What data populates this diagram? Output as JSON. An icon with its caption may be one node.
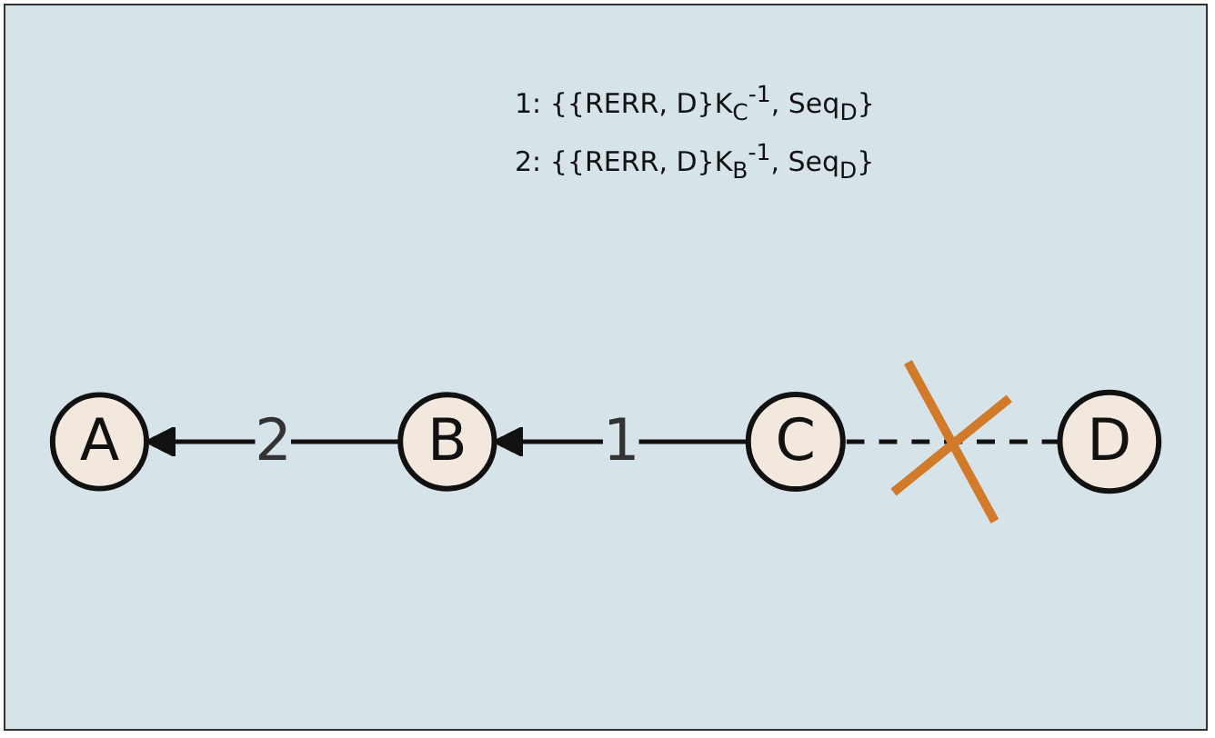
{
  "diagram": {
    "nodes": [
      {
        "text": [
          "A"
        ]
      },
      {
        "text": [
          "B"
        ]
      },
      {
        "text": [
          "C"
        ]
      },
      {
        "text": [
          "D"
        ]
      }
    ],
    "edges": [
      {
        "from": 2,
        "to": 1,
        "arrow": "to",
        "label": "1"
      },
      {
        "from": 1,
        "to": 0,
        "arrow": "to",
        "label": "2"
      },
      {
        "from": 2,
        "to": 3,
        "arrow": "none",
        "style": "dashed"
      }
    ],
    "labels": [
      "1: {{RERR, D}K$_{C}$$^{-1}$, Seq$_{D}$}",
      "2: {{RERR, D}K$_{B}$$^{-1}$, Seq$_{D}$}"
    ]
  }
}
